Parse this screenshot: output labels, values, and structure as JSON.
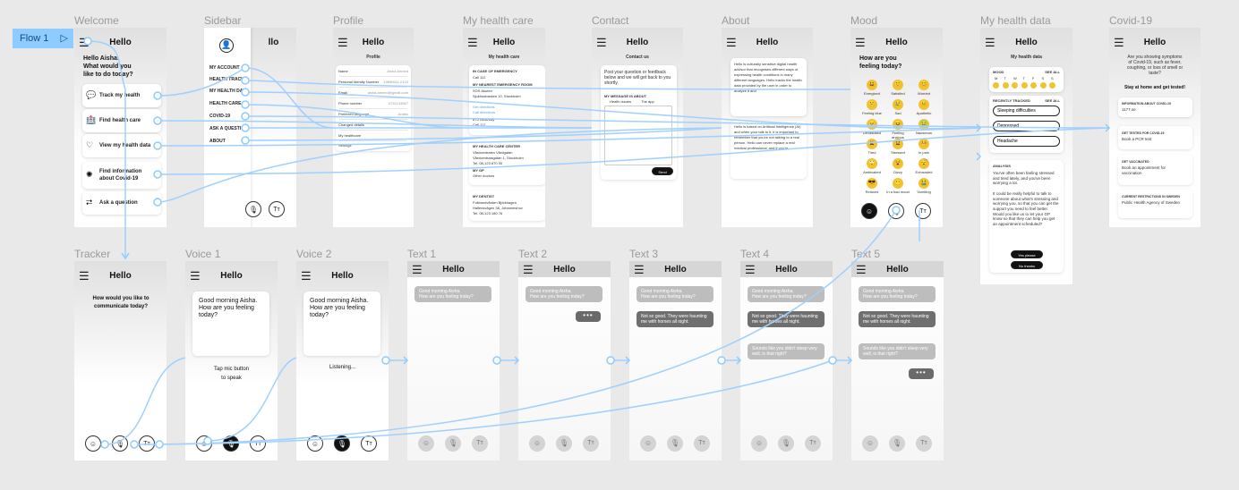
{
  "flow": {
    "label": "Flow 1",
    "play_icon": "play-outline-icon",
    "accent": "#8ecbff",
    "wire_color": "#9fd0ff"
  },
  "labels": {
    "welcome": "Welcome",
    "sidebar": "Sidebar",
    "profile": "Profile",
    "healthcare": "My health care",
    "contact": "Contact",
    "about": "About",
    "mood": "Mood",
    "healthdata": "My health data",
    "covid": "Covid-19",
    "tracker": "Tracker",
    "voice1": "Voice 1",
    "voice2": "Voice 2",
    "text1": "Text 1",
    "text2": "Text 2",
    "text3": "Text 3",
    "text4": "Text 4",
    "text5": "Text 5"
  },
  "app_title": "Hello",
  "welcome": {
    "greeting": "Hello Aisha.\nWhat would you\nlike to do today?",
    "items": [
      {
        "icon": "chat-icon",
        "label": "Track my health"
      },
      {
        "icon": "hospital-icon",
        "label": "Find health care"
      },
      {
        "icon": "heart-icon",
        "label": "View my health data"
      },
      {
        "icon": "virus-icon",
        "label": "Find information\nabout Covid-19"
      },
      {
        "icon": "chat-question-icon",
        "label": "Ask a question"
      }
    ]
  },
  "sidebar": {
    "items": [
      "MY ACCOUNT",
      "HEALTH TRACK",
      "MY HEALTH DAT",
      "HEALTH CARE",
      "COVID-19",
      "ASK A QUESTIO",
      "ABOUT"
    ]
  },
  "profile": {
    "subtitle": "Profile",
    "rows": [
      {
        "label": "Name",
        "value": "Aisha Ahmed"
      },
      {
        "label": "Personal Identity Number",
        "value": "19890611-0123"
      },
      {
        "label": "Email",
        "value": "aisha.ahmed@gmail.com"
      },
      {
        "label": "Phone number",
        "value": "0732134567"
      },
      {
        "label": "Preferred language",
        "value": "Arabic"
      },
      {
        "label": "Changed details",
        "value": ""
      },
      {
        "label": "My healthcare",
        "value": ""
      },
      {
        "label": "Settings",
        "value": ""
      }
    ]
  },
  "healthcare": {
    "subtitle": "My health care",
    "cards": [
      {
        "title": "IN CASE OF EMERGENCY",
        "lines": [
          "Call 112",
          "MY NEAREST EMERGENCY ROOM",
          "SÖS Akuten",
          "Sjukhusbacken 10, Stockholm",
          "",
          "Get directions",
          "Call directions",
          "875 visits/day",
          "Call 112"
        ]
      },
      {
        "title": "MY HEALTH CARE CENTER",
        "lines": [
          "Vårdcentralen Vårdgatan",
          "Vårdcentralsgatan 1, Stockholm",
          "Tel. 08-123 870 00",
          "MY GP",
          "Other doctors"
        ]
      },
      {
        "title": "MY DENTIST",
        "lines": [
          "Folktandvården Björkhagen",
          "Hallensvägen 38, Johanneshov",
          "Tel. 08-123 180 76"
        ]
      }
    ]
  },
  "contact": {
    "subtitle": "Contact us",
    "intro": "Post your question or feedback below and we will get back to you shortly.",
    "field_label": "MY MESSAGE IS ABOUT",
    "options": [
      "Health issues",
      "The app"
    ],
    "send": "Send"
  },
  "about": {
    "text1": "Hello is culturally sensitive digital health advisor that recognises different ways of expressing health conditions in many different languages. Hello tracks the health data provided by the user in order to analyze it and",
    "text2": "Hello is based on Artificial Intelligence (AI) and when your talk to it, it is important to remember that you're not talking to a real person. Hello can never replace a real medical professional, and if you're"
  },
  "mood": {
    "question": "How are you feeling today?",
    "moods": [
      {
        "emoji": "😃",
        "label": "Energized"
      },
      {
        "emoji": "🙂",
        "label": "Satisfied"
      },
      {
        "emoji": "😊",
        "label": "Worried"
      },
      {
        "emoji": "😕",
        "label": "Feeling blue"
      },
      {
        "emoji": "😢",
        "label": "Sad"
      },
      {
        "emoji": "😐",
        "label": "Apathetic"
      },
      {
        "emoji": "😠",
        "label": "Devastated"
      },
      {
        "emoji": "😖",
        "label": "Feeling anxious"
      },
      {
        "emoji": "🤢",
        "label": "Nauseous"
      },
      {
        "emoji": "😩",
        "label": "Tired"
      },
      {
        "emoji": "😫",
        "label": "Stressed"
      },
      {
        "emoji": "🤒",
        "label": "In pain"
      },
      {
        "emoji": "🙄",
        "label": "Ambivalent"
      },
      {
        "emoji": "😵",
        "label": "Dizzy"
      },
      {
        "emoji": "😴",
        "label": "Exhausted"
      },
      {
        "emoji": "😎",
        "label": "Relaxed"
      },
      {
        "emoji": "😶",
        "label": "In a bad mood"
      },
      {
        "emoji": "🤮",
        "label": "Vomiting"
      }
    ]
  },
  "healthdata": {
    "subtitle": "My health data",
    "mood_label": "MOOD",
    "see_all": "SEE ALL",
    "days": [
      "M",
      "T",
      "W",
      "T",
      "F",
      "S",
      "S"
    ],
    "recent_label": "RECENTLY TRACKED",
    "tracked": [
      "Sleeping difficulties",
      "Depressed",
      "Headache"
    ],
    "analysis_label": "ANALYSIS",
    "analysis": "You've often been feeling stressed and tired lately, and you've been worrying a lot.\n\nIt could be really helpful to talk to someone about what's stressing and worrying you, so that you can get the support you need to feel better.\nWould you like us to let your GP know so that they can help you get an appointment scheduled?",
    "yes": "Yes please",
    "no": "No thanks"
  },
  "covid": {
    "intro": "Are you showing symptoms of Covid-19, such as fever, coughing, or loss of smell or taste?",
    "headline": "Stay at home and get tested!",
    "cards": [
      {
        "title": "INFORMATION ABOUT COVID-19",
        "body": "1177.se"
      },
      {
        "title": "GET TESTED FOR COVID-19",
        "body": "Book a PCR test"
      },
      {
        "title": "GET VACCINATED",
        "body": "Book an appointment for vaccination"
      },
      {
        "title": "CURRENT RESTRICTIONS IN SWEDEN",
        "body": "Public Health Agency of Sweden"
      }
    ]
  },
  "tracker": {
    "question": "How would you like to communicate today?"
  },
  "voice": {
    "bubble": "Good morning Aisha.\nHow are you feeling\ntoday?",
    "hint1": "Tap mic button\nto speak",
    "hint2": "Listening..."
  },
  "chat": {
    "bot1": "Good morning Aisha.\nHow are you feeling today?",
    "typing": "•••",
    "user1": "Not so good. They were haunting me with horses all night.",
    "bot2": "Sounds like you didn't sleep very well, is that right?"
  },
  "controls": {
    "smile_icon": "smile-icon",
    "mic_icon": "mic-icon",
    "text_icon": "text-size-icon",
    "smile": "☺",
    "mic": "🎙",
    "text": "Tт"
  }
}
